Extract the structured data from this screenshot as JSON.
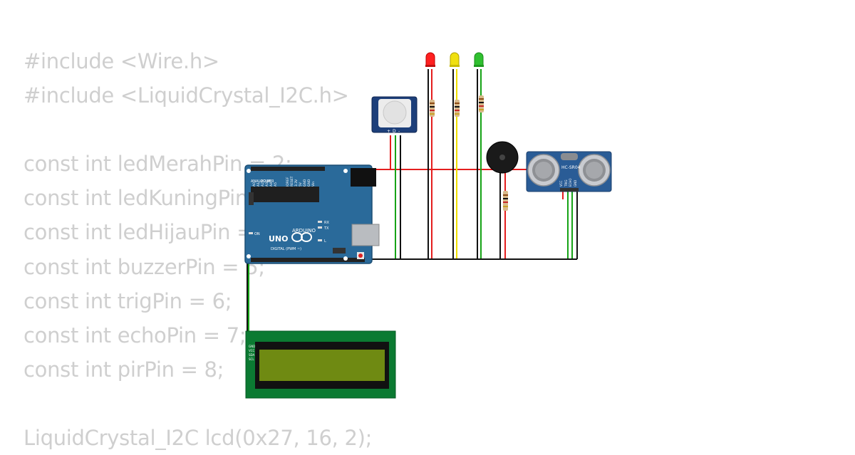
{
  "code_lines": [
    "#include <Wire.h>",
    "#include <LiquidCrystal_I2C.h>",
    "",
    "const int ledMerahPin = 2;",
    "const int ledKuningPin = 3;",
    "const int ledHijauPin = 4;",
    "const int buzzerPin = 5;",
    "const int trigPin = 6;",
    "const int echoPin = 7;",
    "const int pirPin = 8;",
    "",
    "LiquidCrystal_I2C lcd(0x27, 16, 2);"
  ],
  "board": {
    "brand": "ARDUINO",
    "model": "UNO",
    "digital_label": "DIGITAL (PWM ~)",
    "power_label": "POWER",
    "analog_label": "ANALOG IN",
    "on_label": "ON",
    "tx_label": "TX",
    "rx_label": "RX",
    "l_label": "L",
    "power_pins": [
      "IOREF",
      "RESET",
      "3.3V",
      "5V",
      "GND",
      "GND",
      "Vin"
    ],
    "analog_pins": [
      "A0",
      "A1",
      "A2",
      "A3",
      "A4",
      "A5"
    ]
  },
  "ultrasonic": {
    "label": "HC-SR04",
    "pins": [
      "VCC",
      "TRIG",
      "ECHO",
      "GND"
    ]
  },
  "pir": {
    "pins": [
      "+",
      "D",
      "-"
    ]
  },
  "lcd": {
    "pins": [
      "GND",
      "VCC",
      "SDA",
      "SCL"
    ]
  },
  "colors": {
    "wire_red": "#e41e1e",
    "wire_black": "#111111",
    "wire_green": "#16a316",
    "wire_yellow": "#f0e000",
    "board_blue": "#2a6a9a",
    "lcd_pcb": "#0b7a32",
    "lcd_screen": "#6f8a12",
    "led_red": "#ff2020",
    "led_yellow": "#f0e010",
    "led_green": "#30c030"
  }
}
